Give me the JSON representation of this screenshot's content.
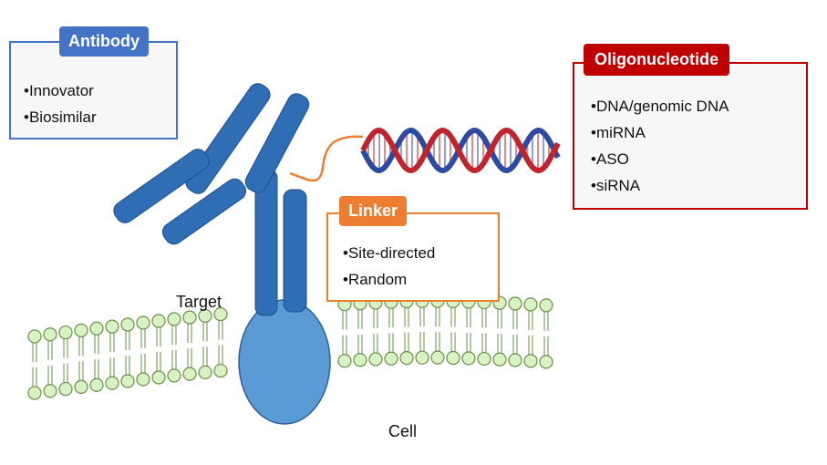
{
  "antibody": {
    "title": "Antibody",
    "items": [
      "•Innovator",
      "•Biosimilar"
    ]
  },
  "oligonucleotide": {
    "title": "Oligonucleotide",
    "items": [
      "•DNA/genomic DNA",
      "•miRNA",
      "•ASO",
      "•siRNA"
    ]
  },
  "linker": {
    "title": "Linker",
    "items": [
      "•Site-directed",
      "•Random"
    ]
  },
  "labels": {
    "target": "Target",
    "cell": "Cell"
  },
  "colors": {
    "antibody": "#2f6db5",
    "antibody_box": "#4472c4",
    "oligo_box": "#c00000",
    "linker_box": "#ed7d31",
    "target": "#5b9bd5",
    "lipid_head": "#d9f2c4",
    "lipid_outline": "#6a8f4a",
    "dna_blue": "#2e4aa0",
    "dna_red": "#c0232b"
  }
}
